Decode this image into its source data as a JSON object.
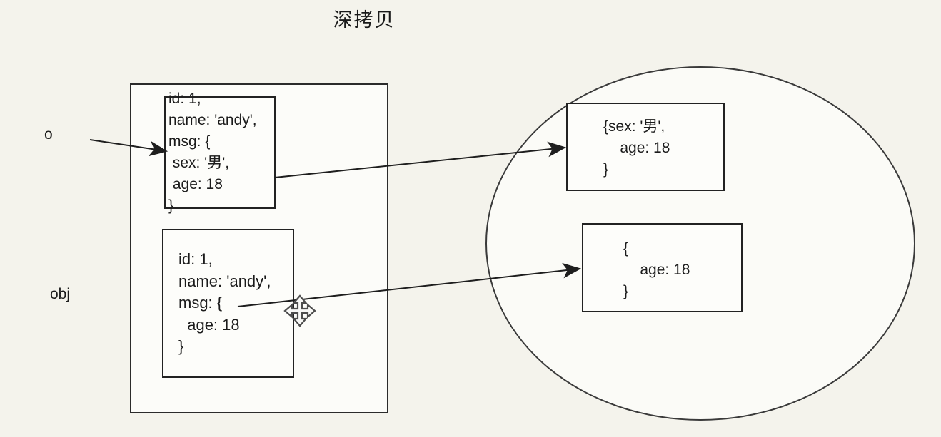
{
  "title": "深拷贝",
  "variables": {
    "o_label": "o",
    "obj_label": "obj"
  },
  "stack_box": {
    "o_object": "id: 1,\nname: 'andy',\nmsg: {\n sex: '男',\n age: 18\n}",
    "obj_object": "id: 1,\nname: 'andy',\nmsg: {\n  age: 18\n}"
  },
  "heap_ellipse": {
    "o_msg_object": "{sex: '男',\n    age: 18\n}",
    "obj_msg_object": "{\n    age: 18\n}"
  },
  "icons": {
    "move_cursor": "move-cursor-icon"
  },
  "colors": {
    "background": "#f4f3ec",
    "surface_white": "#fcfcf9",
    "line": "#1e1e1e",
    "text": "#1b1b1b"
  }
}
